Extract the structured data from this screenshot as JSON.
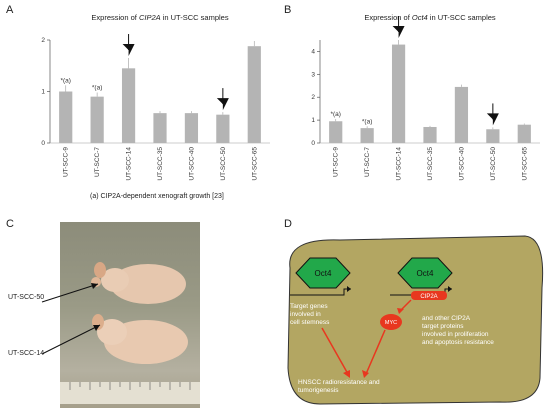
{
  "panels": {
    "a": "A",
    "b": "B",
    "c": "C",
    "d": "D"
  },
  "chart_data": [
    {
      "type": "bar",
      "title": "Expression of CIP2A in UT-SCC samples",
      "title_parts": {
        "pre": "Expression of ",
        "gene": "CIP2A",
        "post": " in UT-SCC samples"
      },
      "categories": [
        "UT-SCC-9",
        "UT-SCC-7",
        "UT-SCC-14",
        "UT-SCC-35",
        "UT-SCC-40",
        "UT-SCC-50",
        "UT-SCC-65"
      ],
      "values": [
        1.0,
        0.9,
        1.45,
        0.58,
        0.58,
        0.55,
        1.88
      ],
      "errors": [
        0.12,
        0.08,
        0.2,
        0.04,
        0.04,
        0.05,
        0.1
      ],
      "ylim": [
        0,
        2
      ],
      "yticks": [
        "0",
        "1",
        "2"
      ],
      "xlabel": "",
      "ylabel": "",
      "annotations": [
        "*(a)",
        "*(a)"
      ],
      "arrows_on": [
        "UT-SCC-14",
        "UT-SCC-50"
      ],
      "bar_color": "#b4b4b4"
    },
    {
      "type": "bar",
      "title": "Expression of Oct4 in UT-SCC samples",
      "title_parts": {
        "pre": "Expression of ",
        "gene": "Oct4",
        "post": " in UT-SCC samples"
      },
      "categories": [
        "UT-SCC-9",
        "UT-SCC-7",
        "UT-SCC-14",
        "UT-SCC-35",
        "UT-SCC-40",
        "UT-SCC-50",
        "UT-SCC-65"
      ],
      "values": [
        0.95,
        0.65,
        4.3,
        0.7,
        2.45,
        0.6,
        0.8
      ],
      "errors": [
        0.1,
        0.08,
        0.2,
        0.05,
        0.1,
        0.08,
        0.05
      ],
      "ylim": [
        0,
        4.5
      ],
      "yticks": [
        "0",
        "1",
        "2",
        "3",
        "4"
      ],
      "xlabel": "",
      "ylabel": "",
      "annotations": [
        "*(a)",
        "*(a)"
      ],
      "arrows_on": [
        "UT-SCC-14",
        "UT-SCC-50"
      ],
      "bar_color": "#b4b4b4"
    }
  ],
  "footnote": "(a) CIP2A-dependent xenograft growth [23]",
  "photo": {
    "label_top": "UT-SCC-50",
    "label_bottom": "UT-SCC-14"
  },
  "diagram": {
    "background": "#b3a662",
    "hex_color": "#22a84a",
    "oct4_left": "Oct4",
    "oct4_right": "Oct4",
    "cip2a": "CIP2A",
    "myc": "MYC",
    "left_text": [
      "Target genes",
      "involved in",
      "cell stemness"
    ],
    "right_text": [
      "and other CIP2A",
      "target proteins",
      "involved in proliferation",
      "and apoptosis resistance"
    ],
    "bottom_text": [
      "HNSCC radioresistance and",
      "tumorigenesis"
    ]
  }
}
